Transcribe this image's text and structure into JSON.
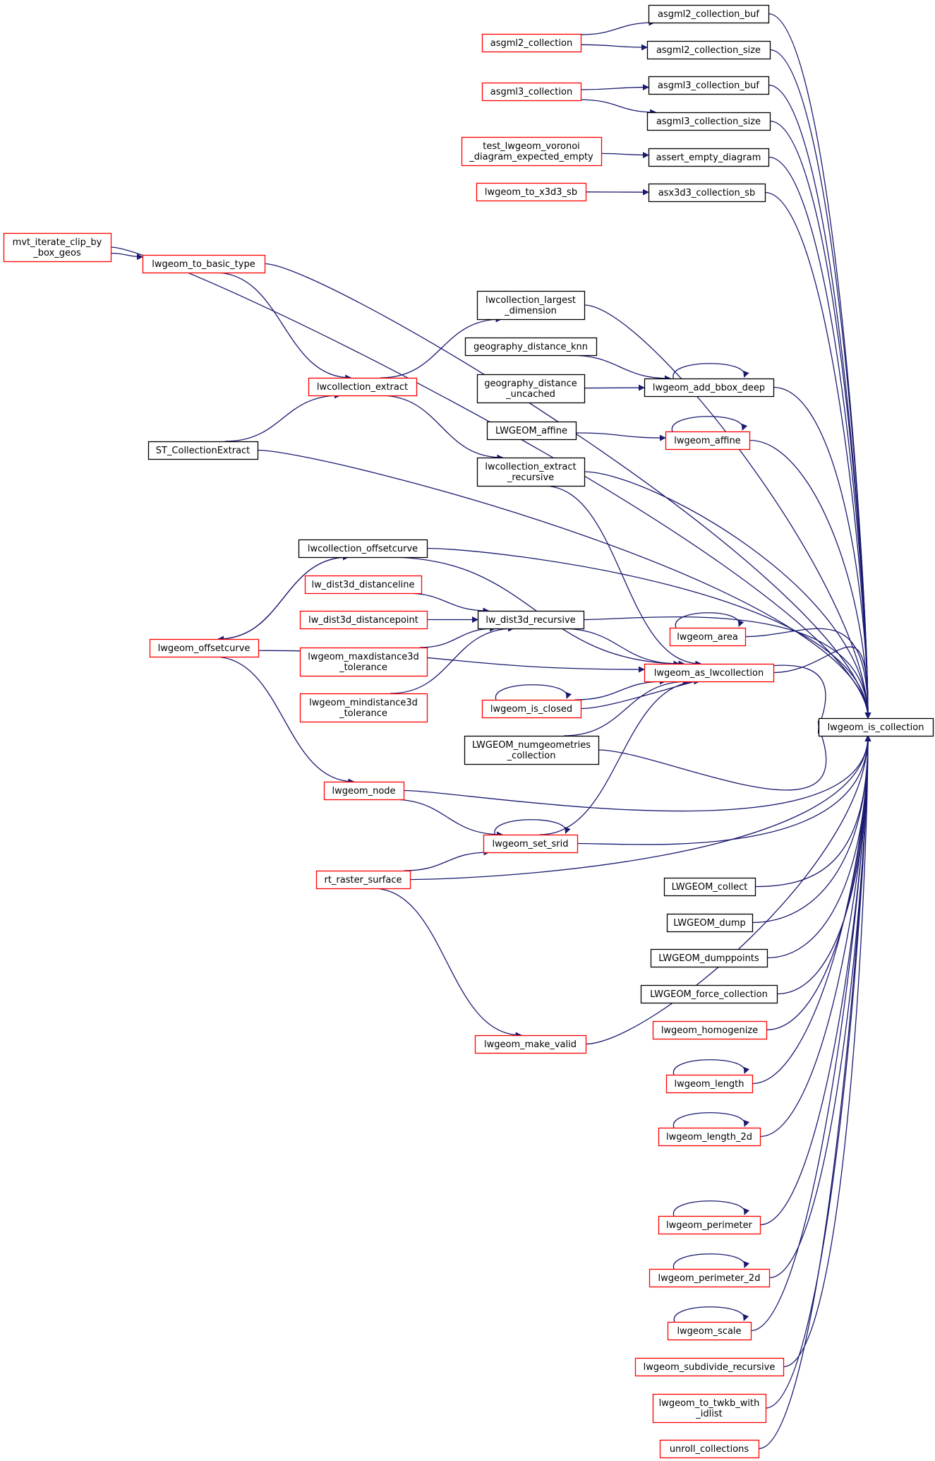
{
  "colors": {
    "edge": "#191970",
    "normal_border": "#000000",
    "truncated_border": "#ff0000",
    "focus_fill": "#bfbfbf"
  },
  "focus": "lwgeom_is_collection",
  "nodes": [
    {
      "id": "lwgeom_is_collection",
      "lines": [
        "lwgeom_is_collection"
      ],
      "style": "focus"
    },
    {
      "id": "asgml2_collection_buf",
      "lines": [
        "asgml2_collection_buf"
      ],
      "style": "normal"
    },
    {
      "id": "asgml2_collection_size",
      "lines": [
        "asgml2_collection_size"
      ],
      "style": "normal"
    },
    {
      "id": "asgml2_collection",
      "lines": [
        "asgml2_collection"
      ],
      "style": "truncated"
    },
    {
      "id": "asgml3_collection_buf",
      "lines": [
        "asgml3_collection_buf"
      ],
      "style": "normal"
    },
    {
      "id": "asgml3_collection_size",
      "lines": [
        "asgml3_collection_size"
      ],
      "style": "normal"
    },
    {
      "id": "asgml3_collection",
      "lines": [
        "asgml3_collection"
      ],
      "style": "truncated"
    },
    {
      "id": "test_voronoi",
      "lines": [
        "test_lwgeom_voronoi",
        "_diagram_expected_empty"
      ],
      "style": "truncated"
    },
    {
      "id": "assert_empty_diagram",
      "lines": [
        "assert_empty_diagram"
      ],
      "style": "normal"
    },
    {
      "id": "lwgeom_to_x3d3_sb",
      "lines": [
        "lwgeom_to_x3d3_sb"
      ],
      "style": "truncated"
    },
    {
      "id": "asx3d3_collection_sb",
      "lines": [
        "asx3d3_collection_sb"
      ],
      "style": "normal"
    },
    {
      "id": "mvt_iterate",
      "lines": [
        "mvt_iterate_clip_by",
        "_box_geos"
      ],
      "style": "truncated"
    },
    {
      "id": "lwgeom_to_basic_type",
      "lines": [
        "lwgeom_to_basic_type"
      ],
      "style": "truncated"
    },
    {
      "id": "lwcollection_largest_dimension",
      "lines": [
        "lwcollection_largest",
        "_dimension"
      ],
      "style": "normal"
    },
    {
      "id": "geography_distance_knn",
      "lines": [
        "geography_distance_knn"
      ],
      "style": "normal"
    },
    {
      "id": "geography_distance_uncached",
      "lines": [
        "geography_distance",
        "_uncached"
      ],
      "style": "normal"
    },
    {
      "id": "lwgeom_add_bbox_deep",
      "lines": [
        "lwgeom_add_bbox_deep"
      ],
      "style": "normal"
    },
    {
      "id": "lwcollection_extract",
      "lines": [
        "lwcollection_extract"
      ],
      "style": "truncated"
    },
    {
      "id": "LWGEOM_affine",
      "lines": [
        "LWGEOM_affine"
      ],
      "style": "normal"
    },
    {
      "id": "lwgeom_affine",
      "lines": [
        "lwgeom_affine"
      ],
      "style": "truncated"
    },
    {
      "id": "ST_CollectionExtract",
      "lines": [
        "ST_CollectionExtract"
      ],
      "style": "normal"
    },
    {
      "id": "lwcollection_extract_recursive",
      "lines": [
        "lwcollection_extract",
        "_recursive"
      ],
      "style": "normal"
    },
    {
      "id": "lwcollection_offsetcurve",
      "lines": [
        "lwcollection_offsetcurve"
      ],
      "style": "normal"
    },
    {
      "id": "lw_dist3d_distanceline",
      "lines": [
        "lw_dist3d_distanceline"
      ],
      "style": "truncated"
    },
    {
      "id": "lw_dist3d_distancepoint",
      "lines": [
        "lw_dist3d_distancepoint"
      ],
      "style": "truncated"
    },
    {
      "id": "lw_dist3d_recursive",
      "lines": [
        "lw_dist3d_recursive"
      ],
      "style": "normal"
    },
    {
      "id": "lwgeom_area",
      "lines": [
        "lwgeom_area"
      ],
      "style": "truncated"
    },
    {
      "id": "lwgeom_offsetcurve",
      "lines": [
        "lwgeom_offsetcurve"
      ],
      "style": "truncated"
    },
    {
      "id": "lwgeom_maxdistance3d_tolerance",
      "lines": [
        "lwgeom_maxdistance3d",
        "_tolerance"
      ],
      "style": "truncated"
    },
    {
      "id": "lwgeom_as_lwcollection",
      "lines": [
        "lwgeom_as_lwcollection"
      ],
      "style": "truncated"
    },
    {
      "id": "lwgeom_mindistance3d_tolerance",
      "lines": [
        "lwgeom_mindistance3d",
        "_tolerance"
      ],
      "style": "truncated"
    },
    {
      "id": "lwgeom_is_closed",
      "lines": [
        "lwgeom_is_closed"
      ],
      "style": "truncated"
    },
    {
      "id": "LWGEOM_numgeometries_collection",
      "lines": [
        "LWGEOM_numgeometries",
        "_collection"
      ],
      "style": "normal"
    },
    {
      "id": "lwgeom_node",
      "lines": [
        "lwgeom_node"
      ],
      "style": "truncated"
    },
    {
      "id": "lwgeom_set_srid",
      "lines": [
        "lwgeom_set_srid"
      ],
      "style": "truncated"
    },
    {
      "id": "rt_raster_surface",
      "lines": [
        "rt_raster_surface"
      ],
      "style": "truncated"
    },
    {
      "id": "LWGEOM_collect",
      "lines": [
        "LWGEOM_collect"
      ],
      "style": "normal"
    },
    {
      "id": "LWGEOM_dump",
      "lines": [
        "LWGEOM_dump"
      ],
      "style": "normal"
    },
    {
      "id": "LWGEOM_dumppoints",
      "lines": [
        "LWGEOM_dumppoints"
      ],
      "style": "normal"
    },
    {
      "id": "LWGEOM_force_collection",
      "lines": [
        "LWGEOM_force_collection"
      ],
      "style": "normal"
    },
    {
      "id": "lwgeom_homogenize",
      "lines": [
        "lwgeom_homogenize"
      ],
      "style": "truncated"
    },
    {
      "id": "lwgeom_make_valid",
      "lines": [
        "lwgeom_make_valid"
      ],
      "style": "truncated"
    },
    {
      "id": "lwgeom_length",
      "lines": [
        "lwgeom_length"
      ],
      "style": "truncated"
    },
    {
      "id": "lwgeom_length_2d",
      "lines": [
        "lwgeom_length_2d"
      ],
      "style": "truncated"
    },
    {
      "id": "lwgeom_perimeter",
      "lines": [
        "lwgeom_perimeter"
      ],
      "style": "truncated"
    },
    {
      "id": "lwgeom_perimeter_2d",
      "lines": [
        "lwgeom_perimeter_2d"
      ],
      "style": "truncated"
    },
    {
      "id": "lwgeom_scale",
      "lines": [
        "lwgeom_scale"
      ],
      "style": "truncated"
    },
    {
      "id": "lwgeom_subdivide_recursive",
      "lines": [
        "lwgeom_subdivide_recursive"
      ],
      "style": "truncated"
    },
    {
      "id": "lwgeom_to_twkb_with_idlist",
      "lines": [
        "lwgeom_to_twkb_with",
        "_idlist"
      ],
      "style": "truncated"
    },
    {
      "id": "unroll_collections",
      "lines": [
        "unroll_collections"
      ],
      "style": "truncated"
    }
  ],
  "edges": [
    [
      "asgml2_collection_buf",
      "lwgeom_is_collection"
    ],
    [
      "asgml2_collection_size",
      "lwgeom_is_collection"
    ],
    [
      "asgml2_collection",
      "asgml2_collection_buf"
    ],
    [
      "asgml2_collection",
      "asgml2_collection_size"
    ],
    [
      "asgml3_collection_buf",
      "lwgeom_is_collection"
    ],
    [
      "asgml3_collection_size",
      "lwgeom_is_collection"
    ],
    [
      "asgml3_collection",
      "asgml3_collection_buf"
    ],
    [
      "asgml3_collection",
      "asgml3_collection_size"
    ],
    [
      "assert_empty_diagram",
      "lwgeom_is_collection"
    ],
    [
      "test_voronoi",
      "assert_empty_diagram"
    ],
    [
      "asx3d3_collection_sb",
      "lwgeom_is_collection"
    ],
    [
      "lwgeom_to_x3d3_sb",
      "asx3d3_collection_sb"
    ],
    [
      "mvt_iterate",
      "lwgeom_is_collection"
    ],
    [
      "mvt_iterate",
      "lwgeom_to_basic_type"
    ],
    [
      "lwgeom_to_basic_type",
      "lwgeom_is_collection"
    ],
    [
      "lwgeom_to_basic_type",
      "lwcollection_extract"
    ],
    [
      "lwcollection_largest_dimension",
      "lwgeom_is_collection"
    ],
    [
      "lwcollection_extract",
      "lwcollection_largest_dimension"
    ],
    [
      "lwgeom_add_bbox_deep",
      "lwgeom_is_collection"
    ],
    [
      "lwgeom_add_bbox_deep",
      "lwgeom_add_bbox_deep"
    ],
    [
      "geography_distance_knn",
      "lwgeom_add_bbox_deep"
    ],
    [
      "geography_distance_uncached",
      "lwgeom_add_bbox_deep"
    ],
    [
      "lwgeom_affine",
      "lwgeom_is_collection"
    ],
    [
      "lwgeom_affine",
      "lwgeom_affine"
    ],
    [
      "LWGEOM_affine",
      "lwgeom_affine"
    ],
    [
      "ST_CollectionExtract",
      "lwcollection_extract"
    ],
    [
      "ST_CollectionExtract",
      "lwgeom_is_collection"
    ],
    [
      "lwcollection_extract",
      "lwcollection_extract_recursive"
    ],
    [
      "lwcollection_extract_recursive",
      "lwgeom_is_collection"
    ],
    [
      "lwcollection_extract_recursive",
      "lwgeom_as_lwcollection"
    ],
    [
      "lwcollection_offsetcurve",
      "lwgeom_is_collection"
    ],
    [
      "lwcollection_offsetcurve",
      "lwgeom_as_lwcollection"
    ],
    [
      "lwcollection_offsetcurve",
      "lwgeom_offsetcurve"
    ],
    [
      "lwgeom_offsetcurve",
      "lwcollection_offsetcurve"
    ],
    [
      "lwgeom_offsetcurve",
      "lwgeom_as_lwcollection"
    ],
    [
      "lwgeom_offsetcurve",
      "lwgeom_node"
    ],
    [
      "lw_dist3d_distanceline",
      "lw_dist3d_recursive"
    ],
    [
      "lw_dist3d_distancepoint",
      "lw_dist3d_recursive"
    ],
    [
      "lwgeom_maxdistance3d_tolerance",
      "lw_dist3d_recursive"
    ],
    [
      "lwgeom_mindistance3d_tolerance",
      "lw_dist3d_recursive"
    ],
    [
      "lw_dist3d_recursive",
      "lwgeom_is_collection"
    ],
    [
      "lw_dist3d_recursive",
      "lwgeom_as_lwcollection"
    ],
    [
      "lwgeom_area",
      "lwgeom_is_collection"
    ],
    [
      "lwgeom_area",
      "lwgeom_area"
    ],
    [
      "lwgeom_as_lwcollection",
      "lwgeom_is_collection"
    ],
    [
      "lwgeom_is_closed",
      "lwgeom_is_collection"
    ],
    [
      "lwgeom_is_closed",
      "lwgeom_as_lwcollection"
    ],
    [
      "lwgeom_is_closed",
      "lwgeom_is_closed"
    ],
    [
      "LWGEOM_numgeometries_collection",
      "lwgeom_is_collection"
    ],
    [
      "LWGEOM_numgeometries_collection",
      "lwgeom_as_lwcollection"
    ],
    [
      "lwgeom_node",
      "lwgeom_is_collection"
    ],
    [
      "lwgeom_node",
      "lwgeom_set_srid"
    ],
    [
      "lwgeom_set_srid",
      "lwgeom_is_collection"
    ],
    [
      "lwgeom_set_srid",
      "lwgeom_as_lwcollection"
    ],
    [
      "lwgeom_set_srid",
      "lwgeom_set_srid"
    ],
    [
      "rt_raster_surface",
      "lwgeom_is_collection"
    ],
    [
      "rt_raster_surface",
      "lwgeom_set_srid"
    ],
    [
      "rt_raster_surface",
      "lwgeom_make_valid"
    ],
    [
      "LWGEOM_collect",
      "lwgeom_is_collection"
    ],
    [
      "LWGEOM_dump",
      "lwgeom_is_collection"
    ],
    [
      "LWGEOM_dumppoints",
      "lwgeom_is_collection"
    ],
    [
      "LWGEOM_force_collection",
      "lwgeom_is_collection"
    ],
    [
      "lwgeom_homogenize",
      "lwgeom_is_collection"
    ],
    [
      "lwgeom_make_valid",
      "lwgeom_is_collection"
    ],
    [
      "lwgeom_length",
      "lwgeom_is_collection"
    ],
    [
      "lwgeom_length",
      "lwgeom_length"
    ],
    [
      "lwgeom_length_2d",
      "lwgeom_is_collection"
    ],
    [
      "lwgeom_length_2d",
      "lwgeom_length_2d"
    ],
    [
      "lwgeom_perimeter",
      "lwgeom_is_collection"
    ],
    [
      "lwgeom_perimeter",
      "lwgeom_perimeter"
    ],
    [
      "lwgeom_perimeter_2d",
      "lwgeom_is_collection"
    ],
    [
      "lwgeom_perimeter_2d",
      "lwgeom_perimeter_2d"
    ],
    [
      "lwgeom_scale",
      "lwgeom_is_collection"
    ],
    [
      "lwgeom_scale",
      "lwgeom_scale"
    ],
    [
      "lwgeom_subdivide_recursive",
      "lwgeom_is_collection"
    ],
    [
      "lwgeom_to_twkb_with_idlist",
      "lwgeom_is_collection"
    ],
    [
      "unroll_collections",
      "lwgeom_is_collection"
    ]
  ]
}
